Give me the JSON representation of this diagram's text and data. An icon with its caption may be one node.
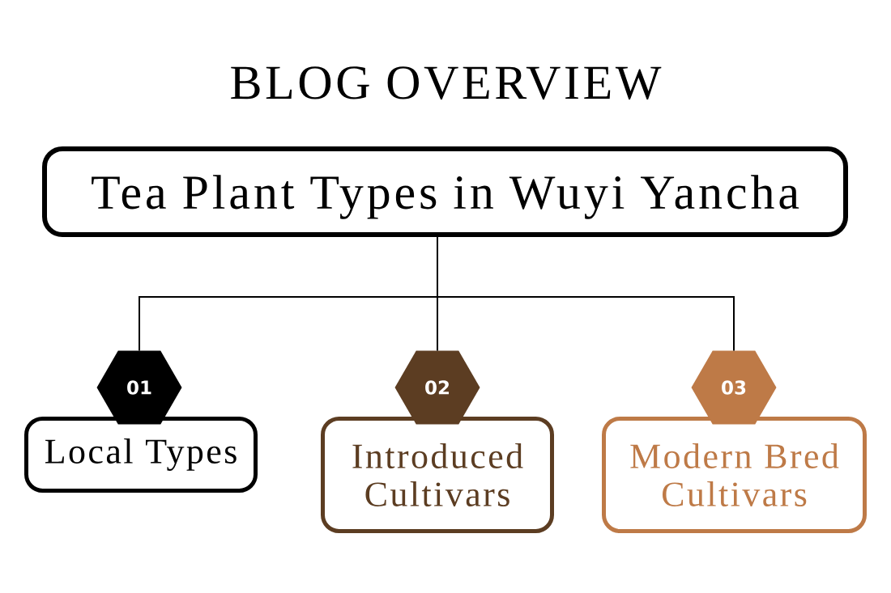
{
  "diagram": {
    "title": "BLOG OVERVIEW",
    "nodes": [
      {
        "text": [
          "Tea Plant Types in Wuyi Yancha"
        ]
      },
      {
        "text": [
          "01"
        ]
      },
      {
        "text": [
          "Local Types"
        ]
      },
      {
        "text": [
          "02"
        ]
      },
      {
        "text": [
          "Introduced Cultivars"
        ]
      },
      {
        "text": [
          "03"
        ]
      },
      {
        "text": [
          "Modern Bred Cultivars"
        ]
      }
    ],
    "edges": [
      {
        "from": 0,
        "to": 1,
        "arrow": "none"
      },
      {
        "from": 0,
        "to": 3,
        "arrow": "none"
      },
      {
        "from": 0,
        "to": 5,
        "arrow": "none"
      }
    ]
  }
}
